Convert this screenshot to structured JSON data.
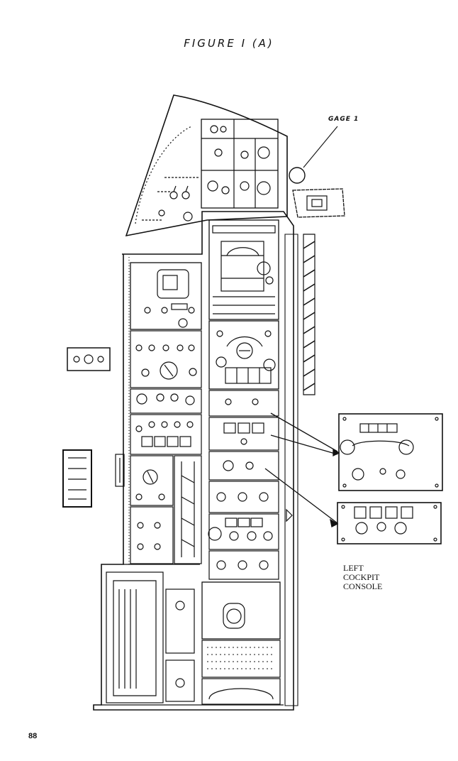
{
  "figure": {
    "title": "FIGURE I (A)",
    "gage_label": "GAGE 1",
    "console_label": [
      "LEFT",
      "COCKPIT",
      "CONSOLE"
    ],
    "page_number": "88"
  },
  "colors": {
    "ink": "#111111",
    "paper": "#ffffff"
  }
}
